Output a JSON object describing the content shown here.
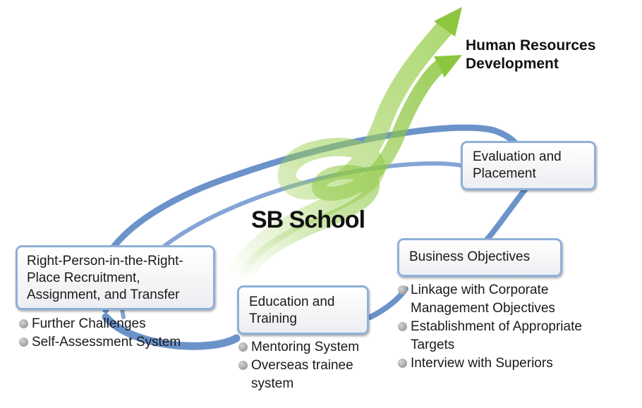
{
  "title": {
    "line1": "Human Resources",
    "line2": "Development"
  },
  "center": {
    "label": "SB School"
  },
  "boxes": {
    "evaluation": {
      "line1": "Evaluation and",
      "line2": "Placement"
    },
    "recruitment": {
      "line1": "Right-Person-in-the-Right-",
      "line2": "Place Recruitment,",
      "line3": "Assignment, and Transfer"
    },
    "education": {
      "line1": "Education and",
      "line2": "Training"
    },
    "business": {
      "line1": "Business Objectives"
    }
  },
  "lists": {
    "recruitment_items": [
      {
        "text": "Further Challenges"
      },
      {
        "text": "Self-Assessment System"
      }
    ],
    "education_items": [
      {
        "text": "Mentoring System"
      },
      {
        "line1": "Overseas trainee",
        "line2": "system"
      }
    ],
    "business_items": [
      {
        "line1": "Linkage with Corporate",
        "line2": "Management Objectives"
      },
      {
        "line1": "Establishment of Appropriate",
        "line2": "Targets"
      },
      {
        "text": "Interview with Superiors"
      }
    ]
  },
  "colors": {
    "loop_blue": "#5b87c4",
    "arrow_green": "#8cc63f",
    "box_border": "#8fb0d8"
  },
  "icons": [
    "growth-arrow-icon",
    "bullet-dot-icon"
  ]
}
